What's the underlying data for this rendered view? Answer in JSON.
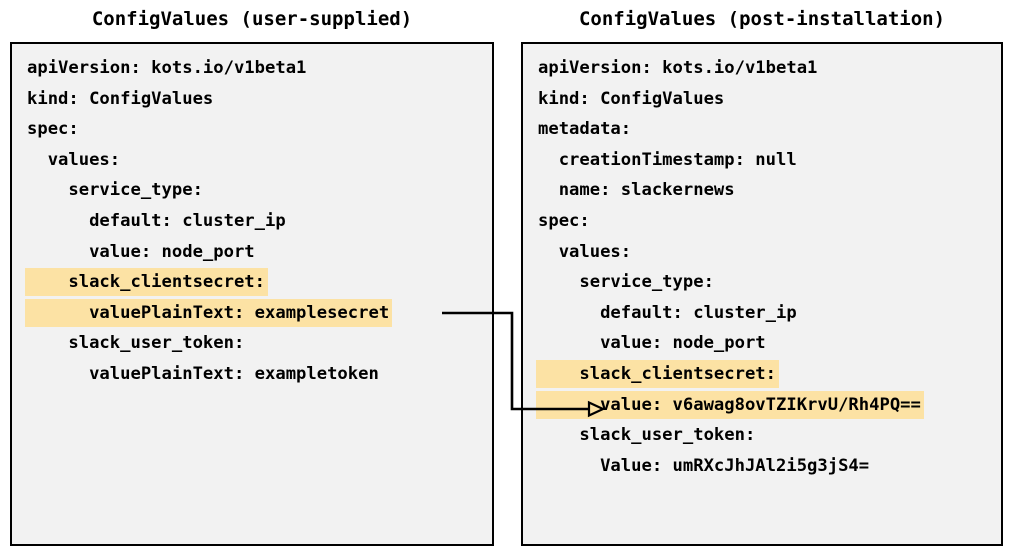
{
  "panels": {
    "left": {
      "title": "ConfigValues (user-supplied)",
      "lines": [
        {
          "text": "apiVersion: kots.io/v1beta1",
          "highlight": false
        },
        {
          "text": "kind: ConfigValues",
          "highlight": false
        },
        {
          "text": "spec:",
          "highlight": false
        },
        {
          "text": "  values:",
          "highlight": false
        },
        {
          "text": "    service_type:",
          "highlight": false
        },
        {
          "text": "      default: cluster_ip",
          "highlight": false
        },
        {
          "text": "      value: node_port",
          "highlight": false
        },
        {
          "text": "    slack_clientsecret:",
          "highlight": true
        },
        {
          "text": "      valuePlainText: examplesecret",
          "highlight": true
        },
        {
          "text": "    slack_user_token:",
          "highlight": false
        },
        {
          "text": "      valuePlainText: exampletoken",
          "highlight": false
        }
      ]
    },
    "right": {
      "title": "ConfigValues (post-installation)",
      "lines": [
        {
          "text": "apiVersion: kots.io/v1beta1",
          "highlight": false
        },
        {
          "text": "kind: ConfigValues",
          "highlight": false
        },
        {
          "text": "metadata:",
          "highlight": false
        },
        {
          "text": "  creationTimestamp: null",
          "highlight": false
        },
        {
          "text": "  name: slackernews",
          "highlight": false
        },
        {
          "text": "spec:",
          "highlight": false
        },
        {
          "text": "  values:",
          "highlight": false
        },
        {
          "text": "    service_type:",
          "highlight": false
        },
        {
          "text": "      default: cluster_ip",
          "highlight": false
        },
        {
          "text": "      value: node_port",
          "highlight": false
        },
        {
          "text": "    slack_clientsecret:",
          "highlight": true
        },
        {
          "text": "      value: v6awag8ovTZIKrvU/Rh4PQ==",
          "highlight": true
        },
        {
          "text": "    slack_user_token:",
          "highlight": false
        },
        {
          "text": "      Value: umRXcJhJAl2i5g3jS4=",
          "highlight": false
        }
      ]
    }
  },
  "connector": {
    "label": "encrypted-value-mapping-arrow",
    "from_line": "      valuePlainText: examplesecret",
    "to_line": "      value: v6awag8ovTZIKrvU/Rh4PQ=="
  },
  "colors": {
    "highlight": "#fce2a4",
    "panel_background": "#f2f2f2",
    "border": "#000000",
    "text": "#000000",
    "page_background": "#ffffff"
  }
}
